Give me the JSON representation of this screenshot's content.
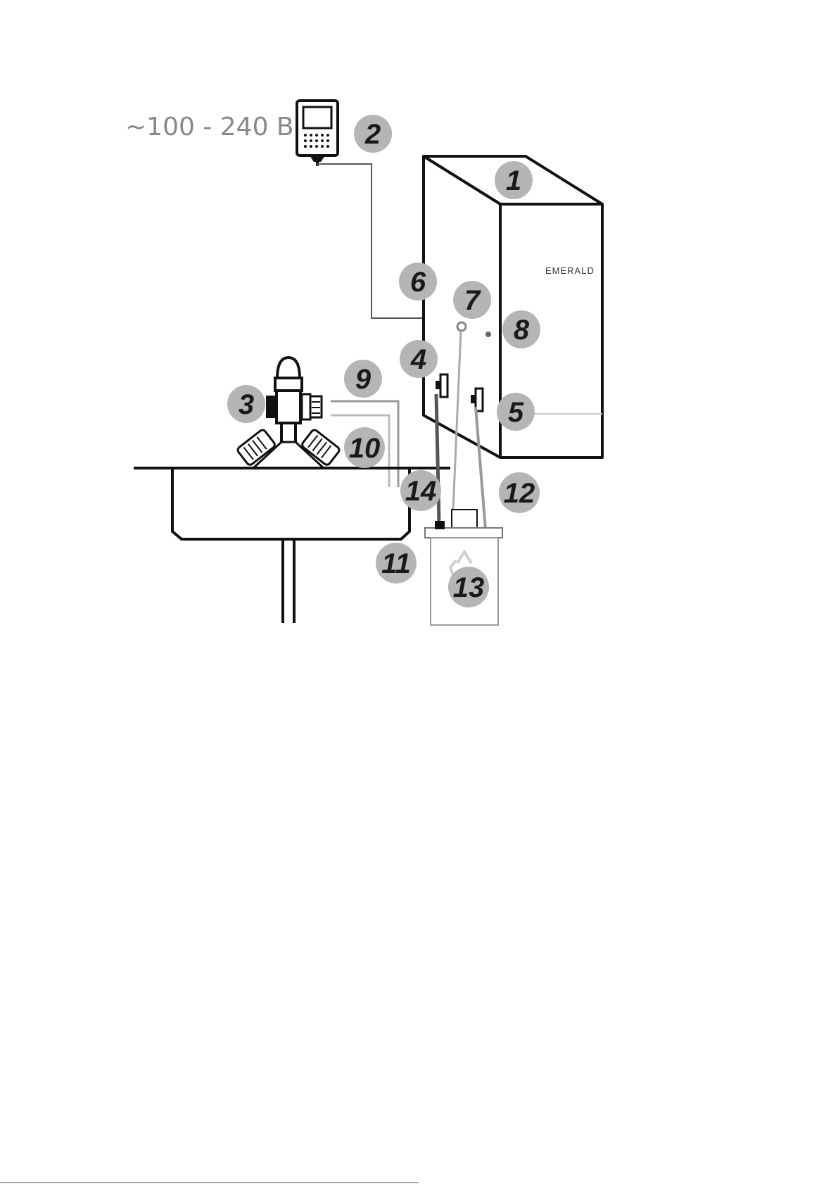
{
  "diagram": {
    "supply_voltage": "~100 - 240 В",
    "brand_label": "EMERALD",
    "callouts": [
      {
        "id": "1",
        "label": "1"
      },
      {
        "id": "2",
        "label": "2"
      },
      {
        "id": "3",
        "label": "3"
      },
      {
        "id": "4",
        "label": "4"
      },
      {
        "id": "5",
        "label": "5"
      },
      {
        "id": "6",
        "label": "6"
      },
      {
        "id": "7",
        "label": "7"
      },
      {
        "id": "8",
        "label": "8"
      },
      {
        "id": "9",
        "label": "9"
      },
      {
        "id": "10",
        "label": "10"
      },
      {
        "id": "11",
        "label": "11"
      },
      {
        "id": "12",
        "label": "12"
      },
      {
        "id": "13",
        "label": "13"
      },
      {
        "id": "14",
        "label": "14"
      }
    ]
  },
  "colors": {
    "outline": "#111111",
    "callout_fill": "#b5b5b5",
    "text_grey": "#888888",
    "tube_grey": "#999999"
  }
}
